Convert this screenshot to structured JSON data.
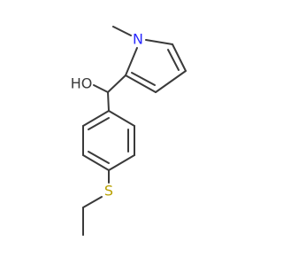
{
  "colors": {
    "bond": "#3a3a3a",
    "carbon": "#3a3a3a",
    "nitrogen": "#2a2aff",
    "oxygen": "#3a3a3a",
    "sulfur": "#b8a000",
    "background": "#ffffff"
  },
  "atoms": {
    "n_label": "N",
    "oh_label": "HO",
    "s_label": "S"
  }
}
